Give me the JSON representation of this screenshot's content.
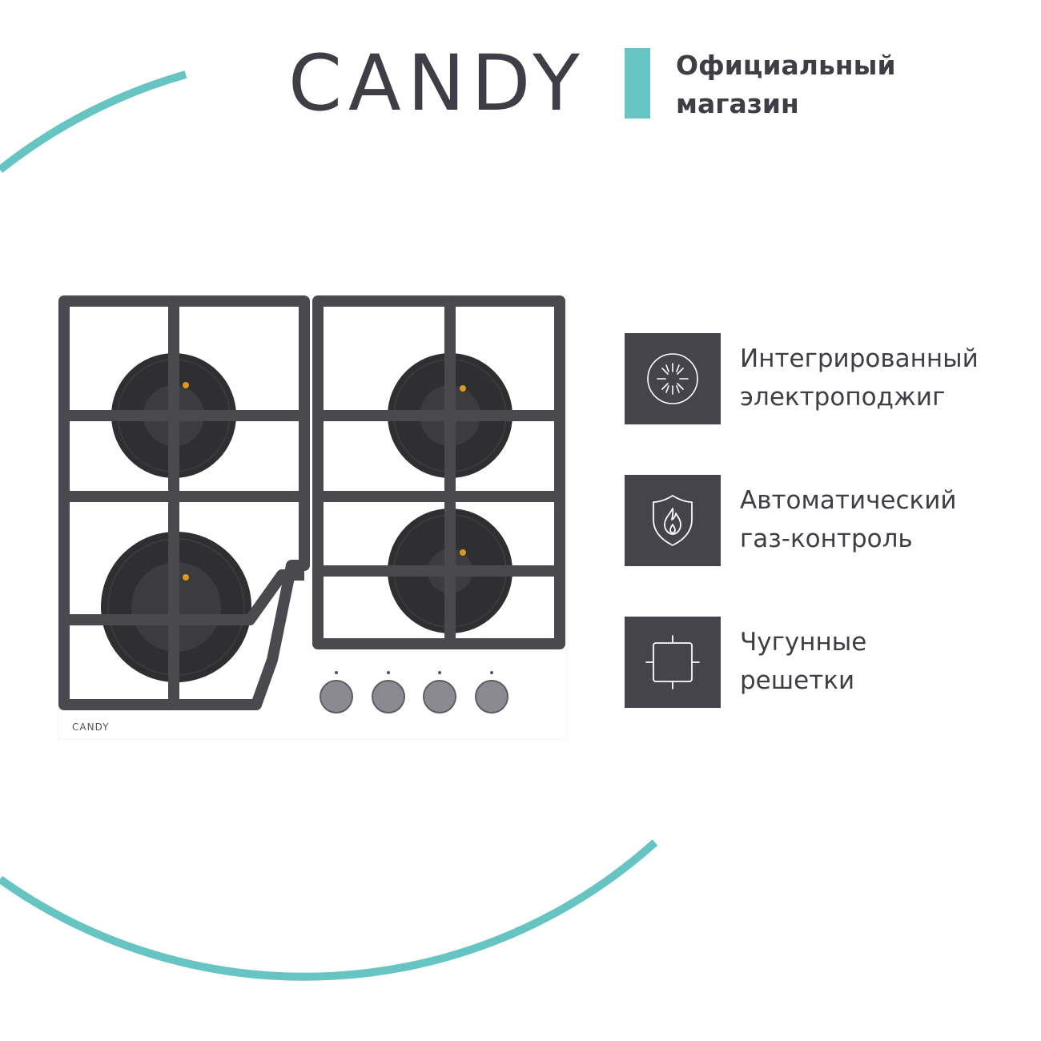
{
  "brand": {
    "logo_text": "CANDY",
    "tagline_line1": "Официальный",
    "tagline_line2": "магазин",
    "accent_color": "#66c5c2",
    "dark_color": "#45444c"
  },
  "product": {
    "panel_brand": "CANDY",
    "burner_count": 4,
    "knob_count": 4
  },
  "features": [
    {
      "icon": "ignition-spark-icon",
      "line1": "Интегрированный",
      "line2": "электроподжиг"
    },
    {
      "icon": "flame-shield-icon",
      "line1": "Автоматический",
      "line2": "газ-контроль"
    },
    {
      "icon": "cast-iron-grate-icon",
      "line1": "Чугунные",
      "line2": "решетки"
    }
  ]
}
